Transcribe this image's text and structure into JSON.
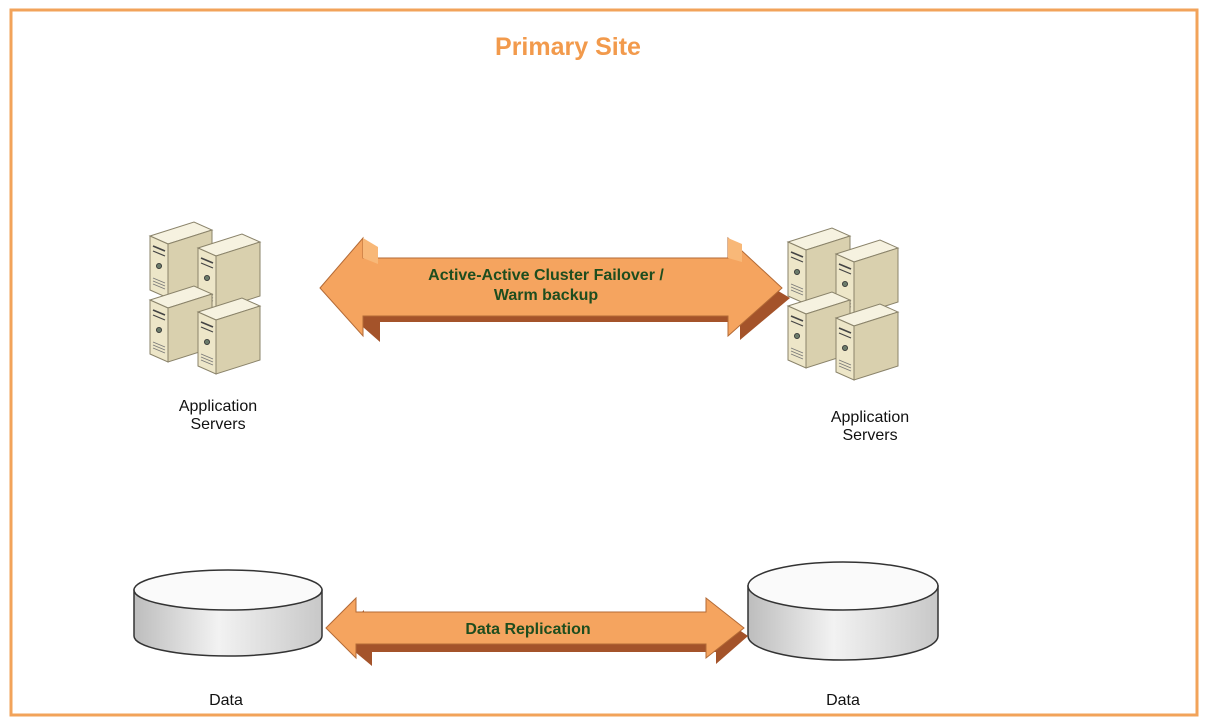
{
  "title": "Primary Site",
  "colors": {
    "frame": "#F2A35A",
    "title": "#F29A4C",
    "arrow_fill": "#F5A45F",
    "arrow_top": "#F8B878",
    "arrow_shadow": "#A4532A",
    "arrow_text": "#1E4D1E",
    "server_face": "#EDE6C8",
    "server_side": "#D9D0AE",
    "server_top": "#F6F2E0",
    "disk_side": "#E3E3E3",
    "disk_top": "#FAFAFA"
  },
  "app_servers_left": {
    "icon": "server-cluster-icon",
    "label_line1": "Application",
    "label_line2": "Servers"
  },
  "app_servers_right": {
    "icon": "server-cluster-icon",
    "label_line1": "Application",
    "label_line2": "Servers"
  },
  "cluster_link": {
    "icon": "double-arrow-icon",
    "line1": "Active-Active Cluster Failover /",
    "line2": "Warm backup"
  },
  "data_left": {
    "icon": "database-disk-icon",
    "label": "Data"
  },
  "data_right": {
    "icon": "database-disk-icon",
    "label": "Data"
  },
  "replication_link": {
    "icon": "double-arrow-icon",
    "label": "Data Replication"
  }
}
